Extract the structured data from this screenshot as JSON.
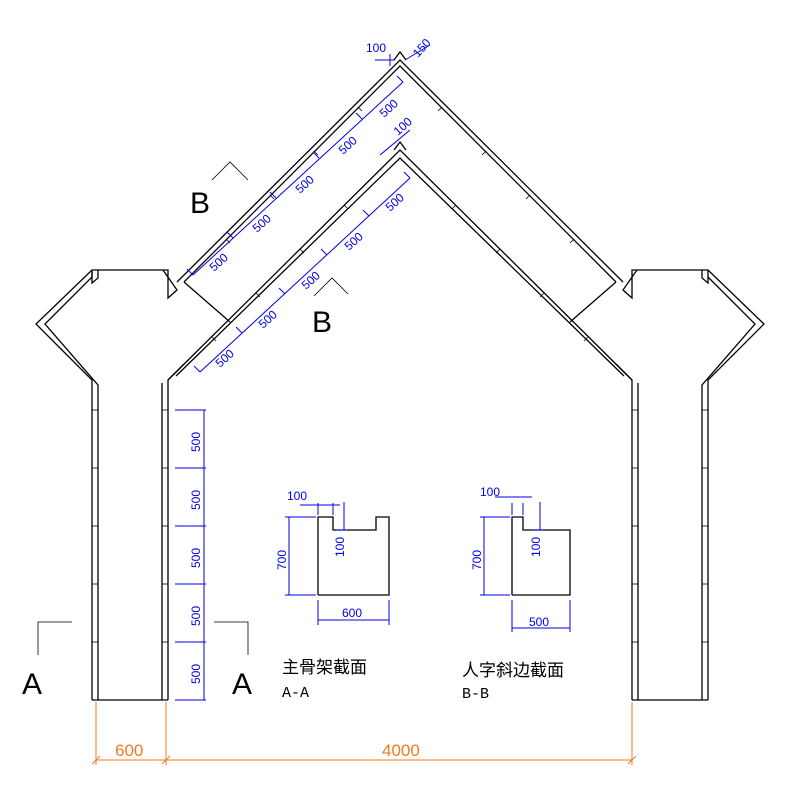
{
  "section_marks": {
    "a_left": "A",
    "a_right": "A",
    "b_top": "B",
    "b_bottom": "B"
  },
  "slope_dims": {
    "outer": [
      "500",
      "500",
      "500",
      "500",
      "500"
    ],
    "inner": [
      "500",
      "500",
      "500",
      "500",
      "500"
    ],
    "top_100": "100",
    "top_150": "150",
    "inner_100": "100"
  },
  "vertical_dims": [
    "500",
    "500",
    "500",
    "500",
    "500"
  ],
  "bottom_dims": {
    "column_width": "600",
    "span": "4000"
  },
  "section_aa": {
    "width": "600",
    "height": "700",
    "notch_w": "100",
    "notch_h": "100",
    "title": "主骨架截面",
    "code": "A-A"
  },
  "section_bb": {
    "width": "500",
    "height": "700",
    "notch_w": "100",
    "notch_h": "100",
    "title": "人字斜边截面",
    "code": "B-B"
  },
  "colors": {
    "line": "#000000",
    "dimension": "#0000e6",
    "overall_dim": "#f07a1e"
  }
}
